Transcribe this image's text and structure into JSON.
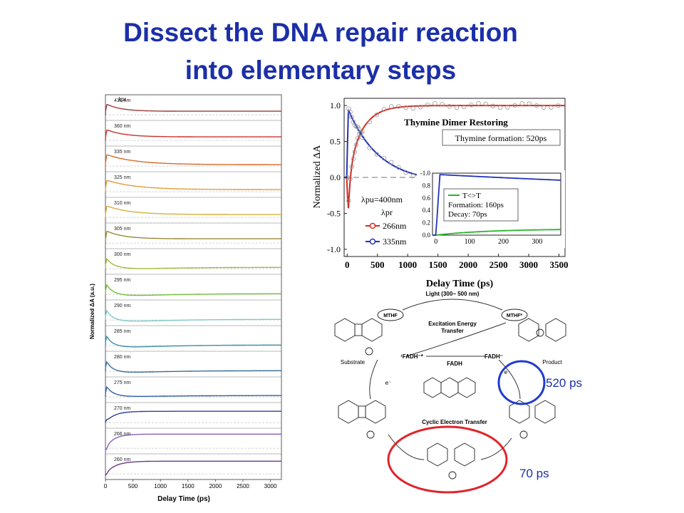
{
  "title": {
    "line1": "Dissect the DNA repair reaction",
    "line2": "into elementary steps"
  },
  "chart_data": [
    {
      "type": "line",
      "title": "",
      "xlabel": "Delay Time (ps)",
      "ylabel": "Normalized ΔA (a.u.)",
      "header_label": "λpr",
      "xlim": [
        0,
        3200
      ],
      "xticks": [
        0,
        500,
        1000,
        1500,
        2000,
        2500,
        3000
      ],
      "series": [
        {
          "name": "430 nm",
          "color": "#9a3a3a",
          "rise": 1.0,
          "amp": 0.55,
          "tau": 260,
          "dip": 0,
          "tail": 0.25
        },
        {
          "name": "360 nm",
          "color": "#c7322f",
          "rise": 1.0,
          "amp": 0.55,
          "tau": 320,
          "dip": 0,
          "tail": 0.25
        },
        {
          "name": "335 nm",
          "color": "#d66b2c",
          "rise": 1.0,
          "amp": 0.75,
          "tau": 520,
          "dip": 0,
          "tail": 0.1
        },
        {
          "name": "325 nm",
          "color": "#e39b3a",
          "rise": 1.0,
          "amp": 0.7,
          "tau": 520,
          "dip": 0,
          "tail": 0.15
        },
        {
          "name": "310 nm",
          "color": "#d6b13c",
          "rise": 1.0,
          "amp": 0.65,
          "tau": 420,
          "dip": 0,
          "tail": 0.2
        },
        {
          "name": "305 nm",
          "color": "#9a8a3a",
          "rise": 1.0,
          "amp": 0.6,
          "tau": 300,
          "dip": 0,
          "tail": 0.3
        },
        {
          "name": "300 nm",
          "color": "#a3b83a",
          "rise": 1.0,
          "amp": 0.8,
          "tau": 200,
          "dip": 0.25,
          "tail": 0.1
        },
        {
          "name": "295 nm",
          "color": "#6fbf3a",
          "rise": 1.0,
          "amp": 0.85,
          "tau": 180,
          "dip": 0.3,
          "tail": 0.05
        },
        {
          "name": "290 nm",
          "color": "#7fc8c8",
          "rise": 1.0,
          "amp": 0.85,
          "tau": 170,
          "dip": 0.3,
          "tail": 0.05
        },
        {
          "name": "285 nm",
          "color": "#3c8fa6",
          "rise": 1.0,
          "amp": 0.85,
          "tau": 160,
          "dip": 0.3,
          "tail": 0.05
        },
        {
          "name": "280 nm",
          "color": "#3a6f9a",
          "rise": 1.0,
          "amp": 0.85,
          "tau": 150,
          "dip": 0.25,
          "tail": 0.05
        },
        {
          "name": "275 nm",
          "color": "#2f5fa8",
          "rise": 1.0,
          "amp": 0.8,
          "tau": 150,
          "dip": 0.15,
          "tail": 0.1
        },
        {
          "name": "270 nm",
          "color": "#2d3f9a",
          "rise": 0.25,
          "amp": 0,
          "tau": 160,
          "dip": 0,
          "tail": 0.8
        },
        {
          "name": "266 nm",
          "color": "#8a5fb8",
          "rise": -0.5,
          "amp": 0,
          "tau": 150,
          "dip": 0,
          "tail": 1.0
        },
        {
          "name": "260 nm",
          "color": "#6a3a8a",
          "rise": -0.3,
          "amp": 0,
          "tau": 180,
          "dip": 0,
          "tail": 0.9
        }
      ]
    },
    {
      "type": "line",
      "title": "Thymine Dimer Restoring",
      "annotation": "Thymine formation: 520ps",
      "xlabel": "Delay Time (ps)",
      "ylabel": "Normalized ΔA",
      "xlim": [
        -50,
        3600
      ],
      "ylim": [
        -1.1,
        1.1
      ],
      "xticks": [
        0,
        500,
        1000,
        1500,
        2000,
        2500,
        3000,
        3500
      ],
      "yticks": [
        1.0,
        0.5,
        0.0,
        -0.5,
        -1.0
      ],
      "yticklabels": [
        "1.0",
        "0.5",
        "0.0",
        "-0.5",
        "-1.0"
      ],
      "pump_label": "λpu=400nm",
      "probe_label": "λpr",
      "series": [
        {
          "name": "266nm",
          "color": "#d42b22",
          "kind": "rise",
          "start": -0.85,
          "tau": 230,
          "plateau": 1.0
        },
        {
          "name": "335nm",
          "color": "#2233b8",
          "kind": "decay",
          "peak": 0.98,
          "tau": 520,
          "baseline": -0.08
        }
      ],
      "inset": {
        "xlim": [
          -10,
          370
        ],
        "ylim": [
          0,
          1.0
        ],
        "xticks": [
          0,
          100,
          200,
          300
        ],
        "yticks": [
          0.0,
          0.2,
          0.4,
          0.6,
          0.8
        ],
        "yticklabels": [
          "0.0",
          "0.2",
          "0.4",
          "0.6",
          "0.8",
          "-1.0"
        ],
        "legend": [
          "T<>T",
          "Formation: 160ps",
          "Decay: 70ps"
        ],
        "series": [
          {
            "name": "T<>T",
            "color": "#2ab52a",
            "kind": "rise",
            "start": 0,
            "tau": 160,
            "plateau": 0.1
          },
          {
            "name": "335nm",
            "color": "#2233b8",
            "kind": "decay",
            "peak": 0.98,
            "tau": 1500,
            "baseline": 0.55
          }
        ]
      }
    }
  ],
  "scheme": {
    "light": "Light (300~ 500 nm)",
    "mthf": "MTHF",
    "mthf_star": "MTHF*",
    "eet": "Excitation Energy",
    "eet2": "Transfer",
    "fadh_star": "¹FADH⁻*",
    "fadh_radical": "FADH",
    "fadh_minus": "FADH⁻",
    "substrate": "Substrate",
    "product": "Product",
    "cet": "Cyclic Electron Transfer",
    "electron": "e⁻",
    "electron2": "e⁻"
  },
  "timescales": {
    "fast": "520 ps",
    "slow": "70 ps"
  },
  "colors": {
    "title": "#1c2fa8",
    "blue_ring": "#1f3bd0",
    "red_ring": "#e0242c"
  }
}
